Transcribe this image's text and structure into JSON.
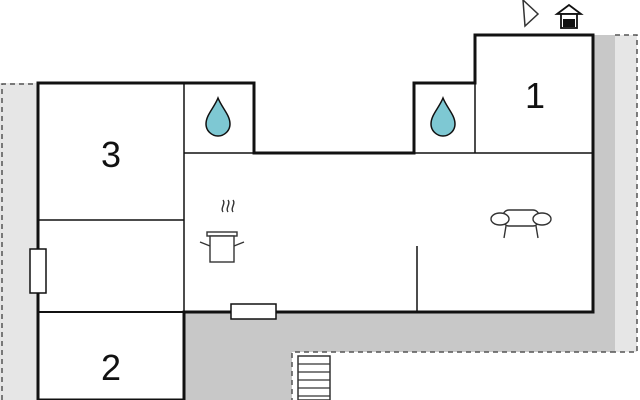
{
  "floorplan": {
    "rooms": [
      {
        "number": "1",
        "type": "bedroom"
      },
      {
        "number": "2",
        "type": "bedroom"
      },
      {
        "number": "3",
        "type": "bedroom"
      }
    ],
    "icons": [
      "water-drop-icon",
      "water-drop-icon",
      "cooking-pot-icon",
      "sofa-icon",
      "triangle-icon",
      "house-icon",
      "stairs-icon"
    ],
    "colors": {
      "wall": "#111111",
      "terrace": "#c8c8c8",
      "outdoor": "#e6e6e6",
      "drop": "#7ec8d3"
    }
  }
}
